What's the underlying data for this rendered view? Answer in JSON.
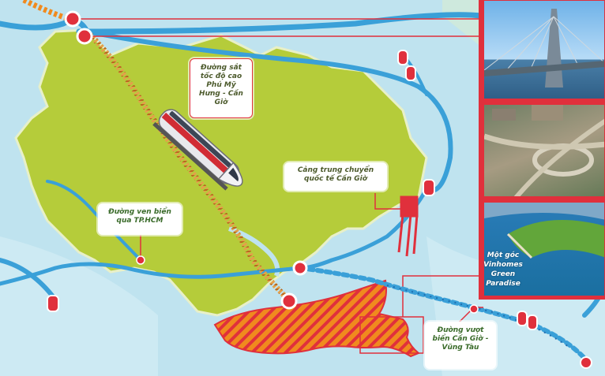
{
  "labels": {
    "metro_rail": "Đường sắt tốc độ cao Phú Mỹ Hưng - Cần Giờ",
    "coastal_road": "Đường ven biển qua TP.HCM",
    "transship_port": "Cảng trung chuyển quốc tế Cần Giờ",
    "vinhomes": "Một góc Vinhomes Green Paradise",
    "sea_road": "Đường vượt biển Cần Giờ - Vũng Tàu"
  },
  "colors": {
    "land": "#b5cc3a",
    "land_outline": "#e8f0c8",
    "water": "#bfe3ef",
    "road": "#3aa0d8",
    "accent_red": "#e0303c",
    "urban_zone": "#f08a1e",
    "rail_track": "#d9893a"
  },
  "icons": [
    "train-icon",
    "bridge-photo",
    "interchange-photo",
    "resort-photo"
  ]
}
